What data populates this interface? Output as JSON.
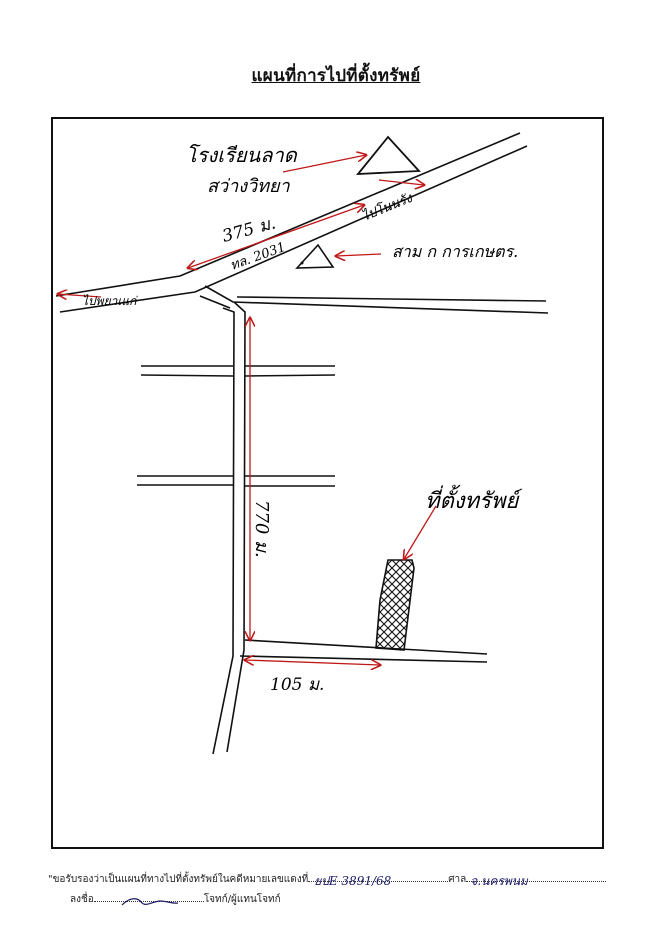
{
  "title": "แผนที่การไปที่ตั้งทรัพย์",
  "map": {
    "school_label_line1": "โรงเรียนลาด",
    "school_label_line2": "สว่างวิทยา",
    "dist_375": "375 ม.",
    "road_2031": "ทล. 2031",
    "to_nongruea": "ไปโนนรัง",
    "junction_label": "สาม ก การเกษตร.",
    "to_phayakkhaphum": "ไปพยาเแก่",
    "dist_770": "770 ม.",
    "property_label": "ที่ตั้งทรัพย์",
    "dist_105": "105 ม."
  },
  "footer": {
    "certify_text": "\"ขอรับรองว่าเป็นแผนที่ทางไปที่ตั้งทรัพย์ในคดีหมายเลขแดงที่",
    "case_number": "ยปE 3891/68",
    "court_label": "ศาล",
    "court_name": "จ.นครพนม",
    "sign_label": "ลงชื่อ",
    "signer_role": "โจทก์/ผู้แทนโจทก์"
  }
}
